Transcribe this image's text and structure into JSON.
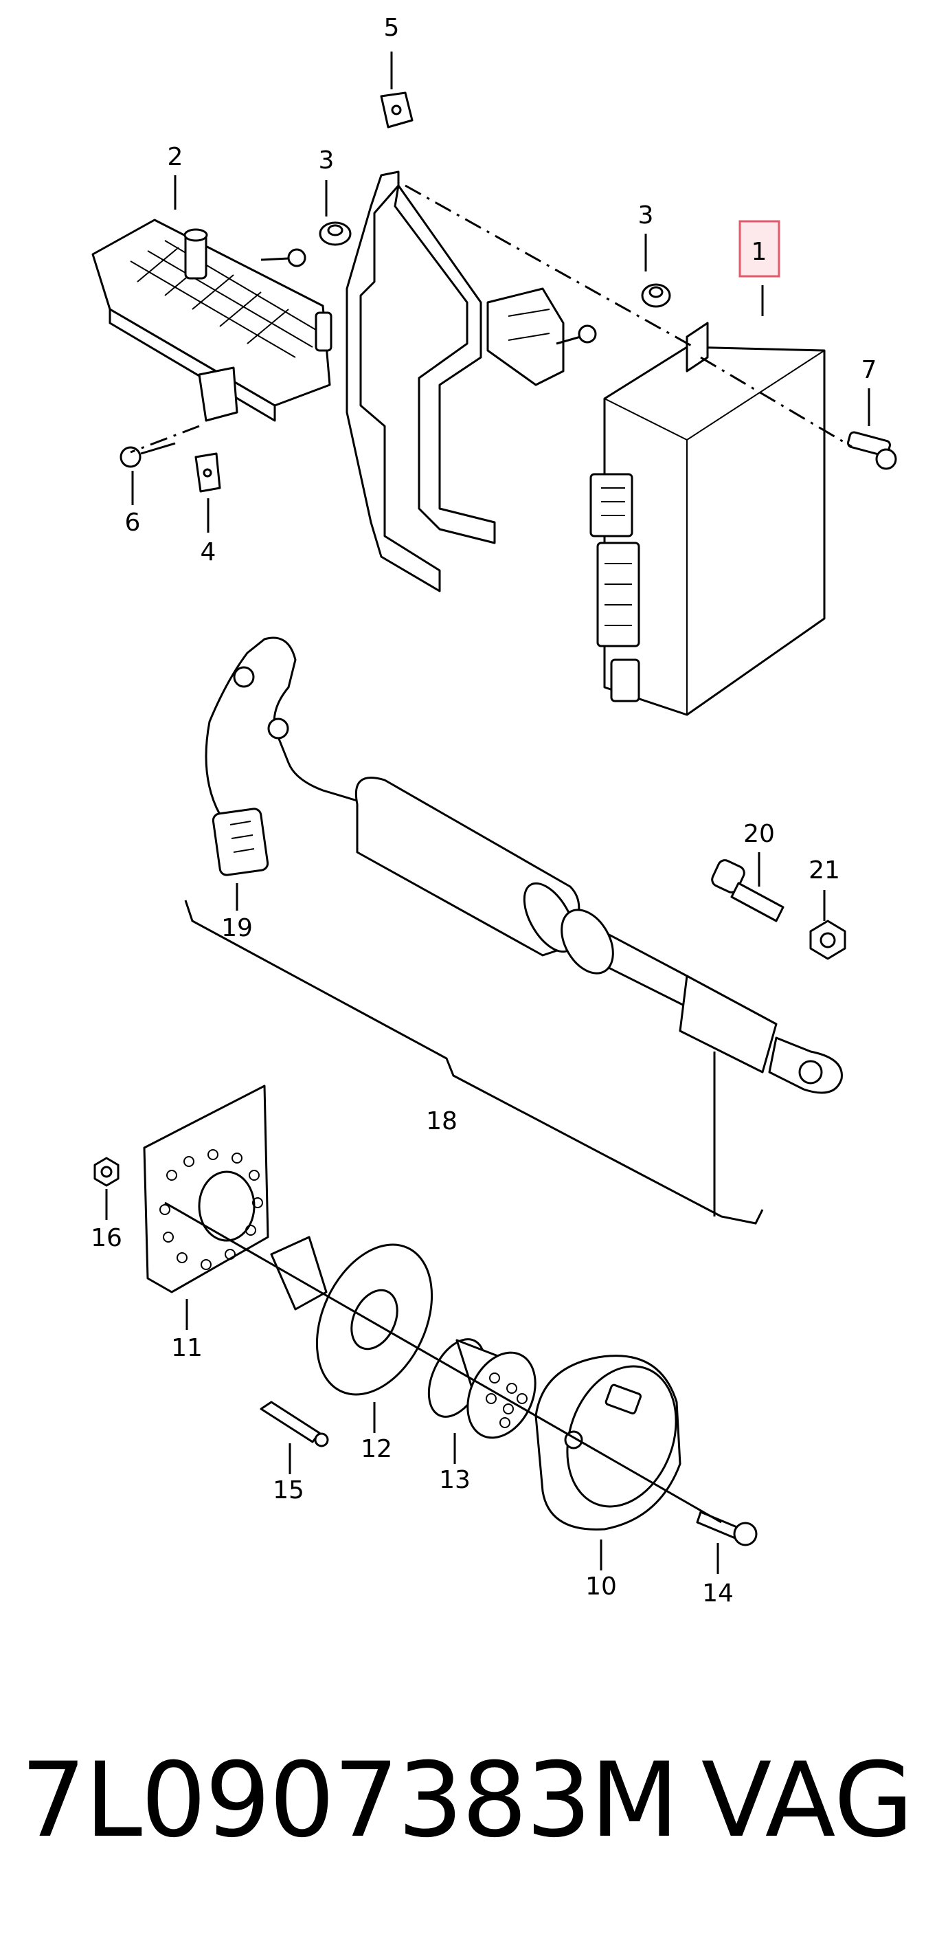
{
  "diagram": {
    "callouts": [
      "1",
      "2",
      "3",
      "3",
      "4",
      "5",
      "6",
      "7",
      "10",
      "11",
      "12",
      "13",
      "14",
      "15",
      "16",
      "18",
      "19",
      "20",
      "21"
    ],
    "highlighted_callout": "1",
    "highlight_color": "#e05a6a"
  },
  "footer": {
    "part_number": "7L0907383M",
    "brand": "VAG"
  }
}
